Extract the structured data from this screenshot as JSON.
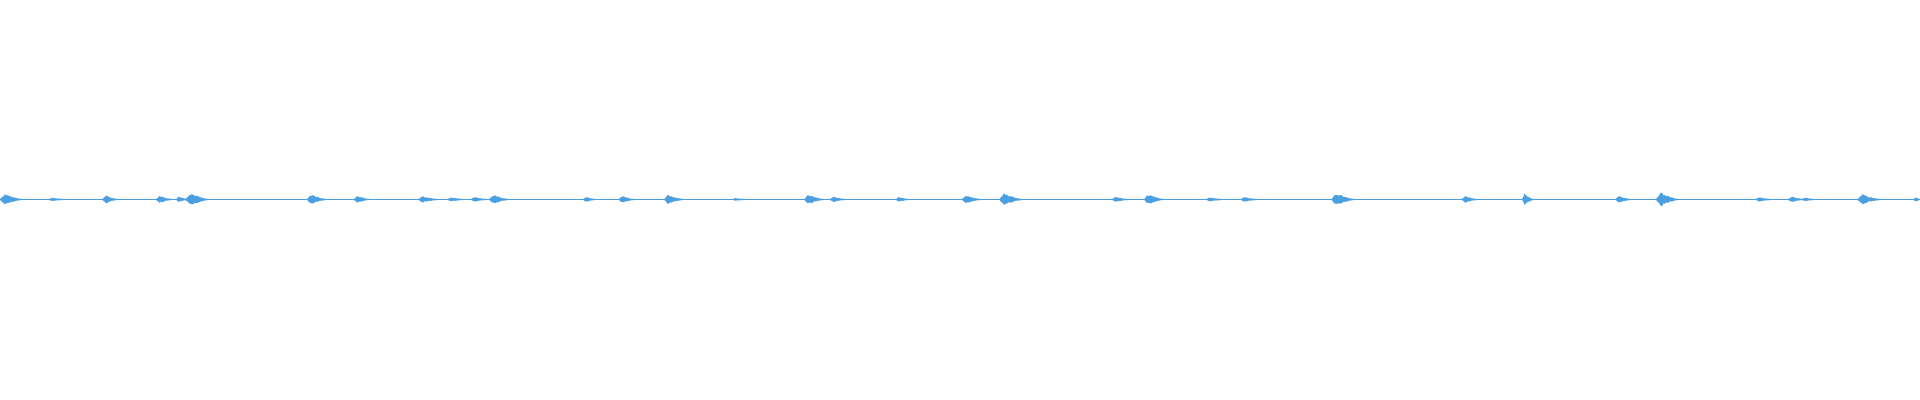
{
  "waveform": {
    "color": "#4a9fe0",
    "background": "#ffffff",
    "baseline_color": "#4a9fe0",
    "bursts": [
      {
        "t": 0.002,
        "amp": 0.85,
        "w": 0.006
      },
      {
        "t": 0.027,
        "amp": 0.2,
        "w": 0.004
      },
      {
        "t": 0.055,
        "amp": 0.55,
        "w": 0.004
      },
      {
        "t": 0.083,
        "amp": 0.55,
        "w": 0.004
      },
      {
        "t": 0.093,
        "amp": 0.4,
        "w": 0.003
      },
      {
        "t": 0.099,
        "amp": 1.0,
        "w": 0.006
      },
      {
        "t": 0.162,
        "amp": 0.75,
        "w": 0.005
      },
      {
        "t": 0.186,
        "amp": 0.55,
        "w": 0.004
      },
      {
        "t": 0.22,
        "amp": 0.45,
        "w": 0.005
      },
      {
        "t": 0.235,
        "amp": 0.25,
        "w": 0.004
      },
      {
        "t": 0.247,
        "amp": 0.35,
        "w": 0.004
      },
      {
        "t": 0.257,
        "amp": 0.7,
        "w": 0.005
      },
      {
        "t": 0.305,
        "amp": 0.35,
        "w": 0.003
      },
      {
        "t": 0.324,
        "amp": 0.55,
        "w": 0.004
      },
      {
        "t": 0.348,
        "amp": 0.7,
        "w": 0.005
      },
      {
        "t": 0.383,
        "amp": 0.15,
        "w": 0.003
      },
      {
        "t": 0.421,
        "amp": 0.7,
        "w": 0.005
      },
      {
        "t": 0.434,
        "amp": 0.35,
        "w": 0.004
      },
      {
        "t": 0.468,
        "amp": 0.4,
        "w": 0.003
      },
      {
        "t": 0.503,
        "amp": 0.55,
        "w": 0.005
      },
      {
        "t": 0.523,
        "amp": 0.95,
        "w": 0.006
      },
      {
        "t": 0.581,
        "amp": 0.35,
        "w": 0.004
      },
      {
        "t": 0.598,
        "amp": 0.75,
        "w": 0.005
      },
      {
        "t": 0.63,
        "amp": 0.25,
        "w": 0.004
      },
      {
        "t": 0.648,
        "amp": 0.35,
        "w": 0.004
      },
      {
        "t": 0.696,
        "amp": 0.95,
        "w": 0.006
      },
      {
        "t": 0.763,
        "amp": 0.5,
        "w": 0.004
      },
      {
        "t": 0.794,
        "amp": 0.85,
        "w": 0.003
      },
      {
        "t": 0.843,
        "amp": 0.45,
        "w": 0.004
      },
      {
        "t": 0.865,
        "amp": 1.0,
        "w": 0.006
      },
      {
        "t": 0.916,
        "amp": 0.25,
        "w": 0.004
      },
      {
        "t": 0.933,
        "amp": 0.35,
        "w": 0.004
      },
      {
        "t": 0.94,
        "amp": 0.25,
        "w": 0.003
      },
      {
        "t": 0.97,
        "amp": 0.7,
        "w": 0.006
      },
      {
        "t": 0.998,
        "amp": 0.3,
        "w": 0.003
      }
    ]
  }
}
